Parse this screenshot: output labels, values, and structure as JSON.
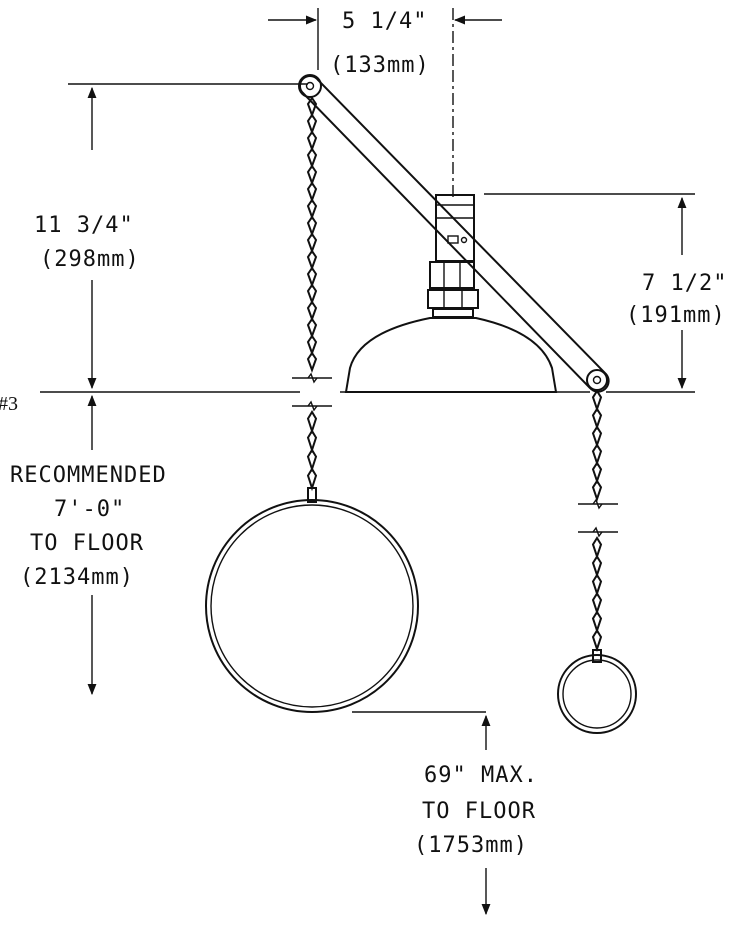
{
  "side_note": "#3",
  "dims": {
    "top_width": {
      "line1": "5 1/4\"",
      "line2": "(133mm)"
    },
    "left_height": {
      "line1": "11 3/4\"",
      "line2": "(298mm)"
    },
    "right_height": {
      "line1": "7 1/2\"",
      "line2": "(191mm)"
    },
    "recommended": {
      "line1": "RECOMMENDED",
      "line2": "7'-0\"",
      "line3": "TO FLOOR",
      "line4": "(2134mm)"
    },
    "max_floor": {
      "line1": "69\" MAX.",
      "line2": "TO FLOOR",
      "line3": "(1753mm)"
    }
  }
}
